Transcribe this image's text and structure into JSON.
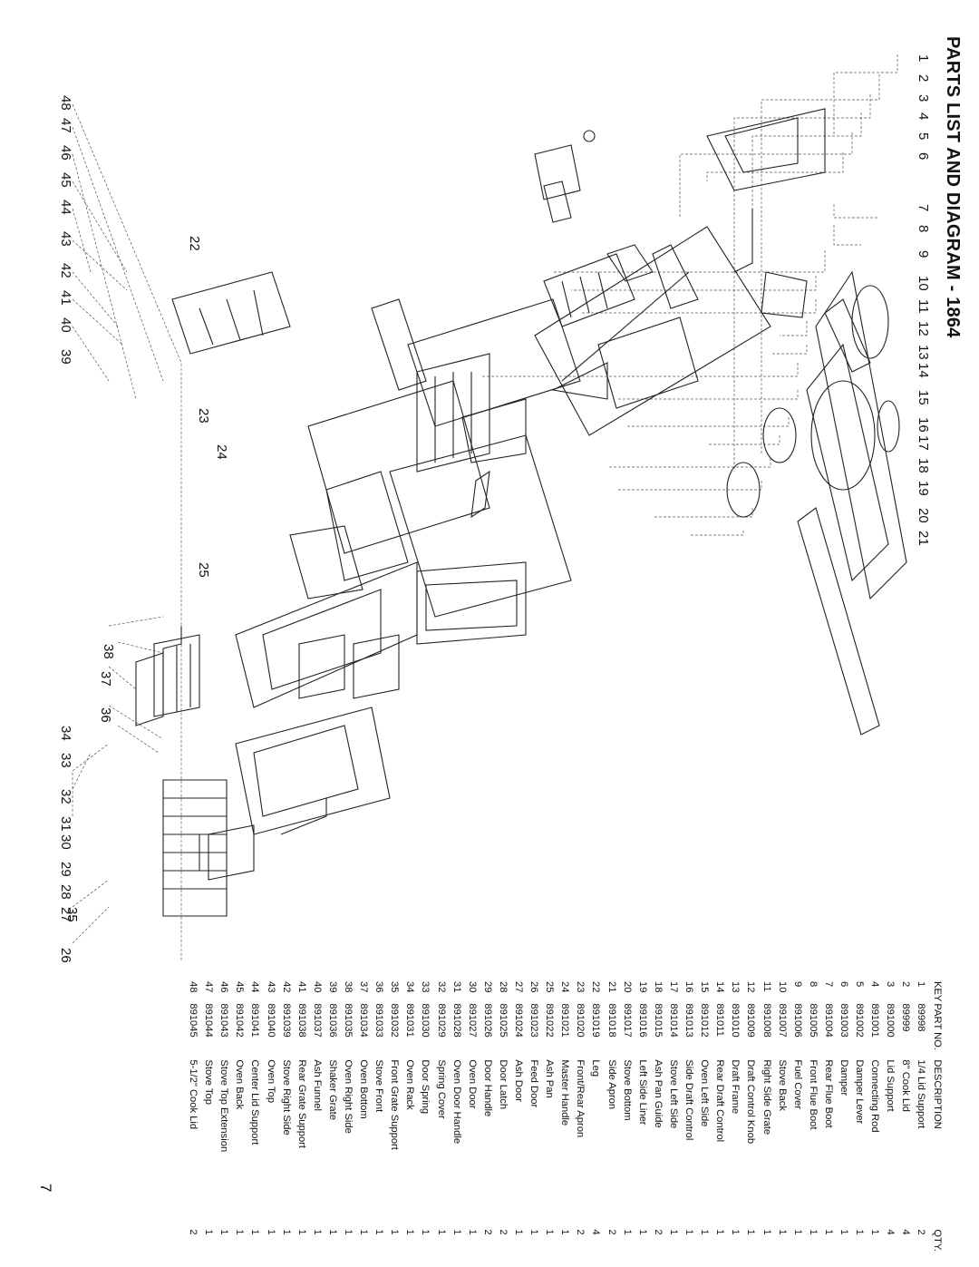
{
  "title": "PARTS LIST AND DIAGRAM - 1864",
  "page_number": "7",
  "parts_table": {
    "headers": {
      "key": "KEY",
      "part_no": "PART NO.",
      "description": "DESCRIPTION",
      "qty": "QTY."
    },
    "rows": [
      {
        "key": "1",
        "part": "89998",
        "desc": "1/4 Lid Support",
        "qty": "2"
      },
      {
        "key": "2",
        "part": "89999",
        "desc": "8\" Cook Lid",
        "qty": "4"
      },
      {
        "key": "3",
        "part": "891000",
        "desc": "Lid Support",
        "qty": "4"
      },
      {
        "key": "4",
        "part": "891001",
        "desc": "Connecting Rod",
        "qty": "1"
      },
      {
        "key": "5",
        "part": "891002",
        "desc": "Damper Lever",
        "qty": "1"
      },
      {
        "key": "6",
        "part": "891003",
        "desc": "Damper",
        "qty": "1"
      },
      {
        "key": "7",
        "part": "891004",
        "desc": "Rear Flue Boot",
        "qty": "1"
      },
      {
        "key": "8",
        "part": "891005",
        "desc": "Front Flue Boot",
        "qty": "1"
      },
      {
        "key": "9",
        "part": "891006",
        "desc": "Fuel Cover",
        "qty": "1"
      },
      {
        "key": "10",
        "part": "891007",
        "desc": "Stove Back",
        "qty": "1"
      },
      {
        "key": "11",
        "part": "891008",
        "desc": "Right Side Grate",
        "qty": "1"
      },
      {
        "key": "12",
        "part": "891009",
        "desc": "Draft Control Knob",
        "qty": "1"
      },
      {
        "key": "13",
        "part": "891010",
        "desc": "Draft  Frame",
        "qty": "1"
      },
      {
        "key": "14",
        "part": "891011",
        "desc": "Rear Draft Control",
        "qty": "1"
      },
      {
        "key": "15",
        "part": "891012",
        "desc": "Oven Left Side",
        "qty": "1"
      },
      {
        "key": "16",
        "part": "891013",
        "desc": "Side Draft Control",
        "qty": "1"
      },
      {
        "key": "17",
        "part": "891014",
        "desc": "Stove Left Side",
        "qty": "1"
      },
      {
        "key": "18",
        "part": "891015",
        "desc": "Ash Pan Guide",
        "qty": "2"
      },
      {
        "key": "19",
        "part": "891016",
        "desc": "Left Side Liner",
        "qty": "1"
      },
      {
        "key": "20",
        "part": "891017",
        "desc": "Stove Bottom",
        "qty": "1"
      },
      {
        "key": "21",
        "part": "891018",
        "desc": "Side Apron",
        "qty": "2"
      },
      {
        "key": "22",
        "part": "891019",
        "desc": "Leg",
        "qty": "4"
      },
      {
        "key": "23",
        "part": "891020",
        "desc": "Front/Rear Apron",
        "qty": "2"
      },
      {
        "key": "24",
        "part": "891021",
        "desc": "Master Handle",
        "qty": "1"
      },
      {
        "key": "25",
        "part": "891022",
        "desc": "Ash Pan",
        "qty": "1"
      },
      {
        "key": "26",
        "part": "891023",
        "desc": "Feed Door",
        "qty": "1"
      },
      {
        "key": "27",
        "part": "891024",
        "desc": "Ash Door",
        "qty": "1"
      },
      {
        "key": "28",
        "part": "891025",
        "desc": "Door Latch",
        "qty": "2"
      },
      {
        "key": "29",
        "part": "891026",
        "desc": "Door Handle",
        "qty": "2"
      },
      {
        "key": "30",
        "part": "891027",
        "desc": "Oven Door",
        "qty": "1"
      },
      {
        "key": "31",
        "part": "891028",
        "desc": "Oven Door Handle",
        "qty": "1"
      },
      {
        "key": "32",
        "part": "891029",
        "desc": "Spring Cover",
        "qty": "1"
      },
      {
        "key": "33",
        "part": "891030",
        "desc": "Door Spring",
        "qty": "1"
      },
      {
        "key": "34",
        "part": "891031",
        "desc": "Oven Rack",
        "qty": "1"
      },
      {
        "key": "35",
        "part": "891032",
        "desc": "Front Grate Support",
        "qty": "1"
      },
      {
        "key": "36",
        "part": "891033",
        "desc": "Stove Front",
        "qty": "1"
      },
      {
        "key": "37",
        "part": "891034",
        "desc": "Oven Bottom",
        "qty": "1"
      },
      {
        "key": "38",
        "part": "891035",
        "desc": "Oven Right Side",
        "qty": "1"
      },
      {
        "key": "39",
        "part": "891036",
        "desc": "Shaker Grate",
        "qty": "1"
      },
      {
        "key": "40",
        "part": "891037",
        "desc": "Ash Funnel",
        "qty": "1"
      },
      {
        "key": "41",
        "part": "891038",
        "desc": "Rear Grate Support",
        "qty": "1"
      },
      {
        "key": "42",
        "part": "891039",
        "desc": "Stove Right Side",
        "qty": "1"
      },
      {
        "key": "43",
        "part": "891040",
        "desc": "Oven Top",
        "qty": "1"
      },
      {
        "key": "44",
        "part": "891041",
        "desc": "Center Lid Support",
        "qty": "1"
      },
      {
        "key": "45",
        "part": "891042",
        "desc": "Oven Back",
        "qty": "1"
      },
      {
        "key": "46",
        "part": "891043",
        "desc": "Stove Top Extension",
        "qty": "1"
      },
      {
        "key": "47",
        "part": "891044",
        "desc": "Stove Top",
        "qty": "1"
      },
      {
        "key": "48",
        "part": "891045",
        "desc": "5-1/2\" Cook Lid",
        "qty": "2"
      }
    ]
  },
  "callouts_left": [
    "1",
    "2",
    "3",
    "4",
    "5",
    "6",
    "7",
    "8",
    "9",
    "10",
    "11",
    "12",
    "13",
    "14",
    "15",
    "16",
    "17",
    "18",
    "19",
    "20",
    "21"
  ],
  "callouts_right": [
    "48",
    "47",
    "46",
    "45",
    "44",
    "43",
    "42",
    "41",
    "40",
    "39"
  ],
  "callouts_bottom": [
    "26",
    "27",
    "28",
    "29",
    "30",
    "31",
    "32",
    "33",
    "34"
  ],
  "callouts_misc": [
    "22",
    "23",
    "24",
    "25",
    "38",
    "37",
    "36",
    "35"
  ]
}
